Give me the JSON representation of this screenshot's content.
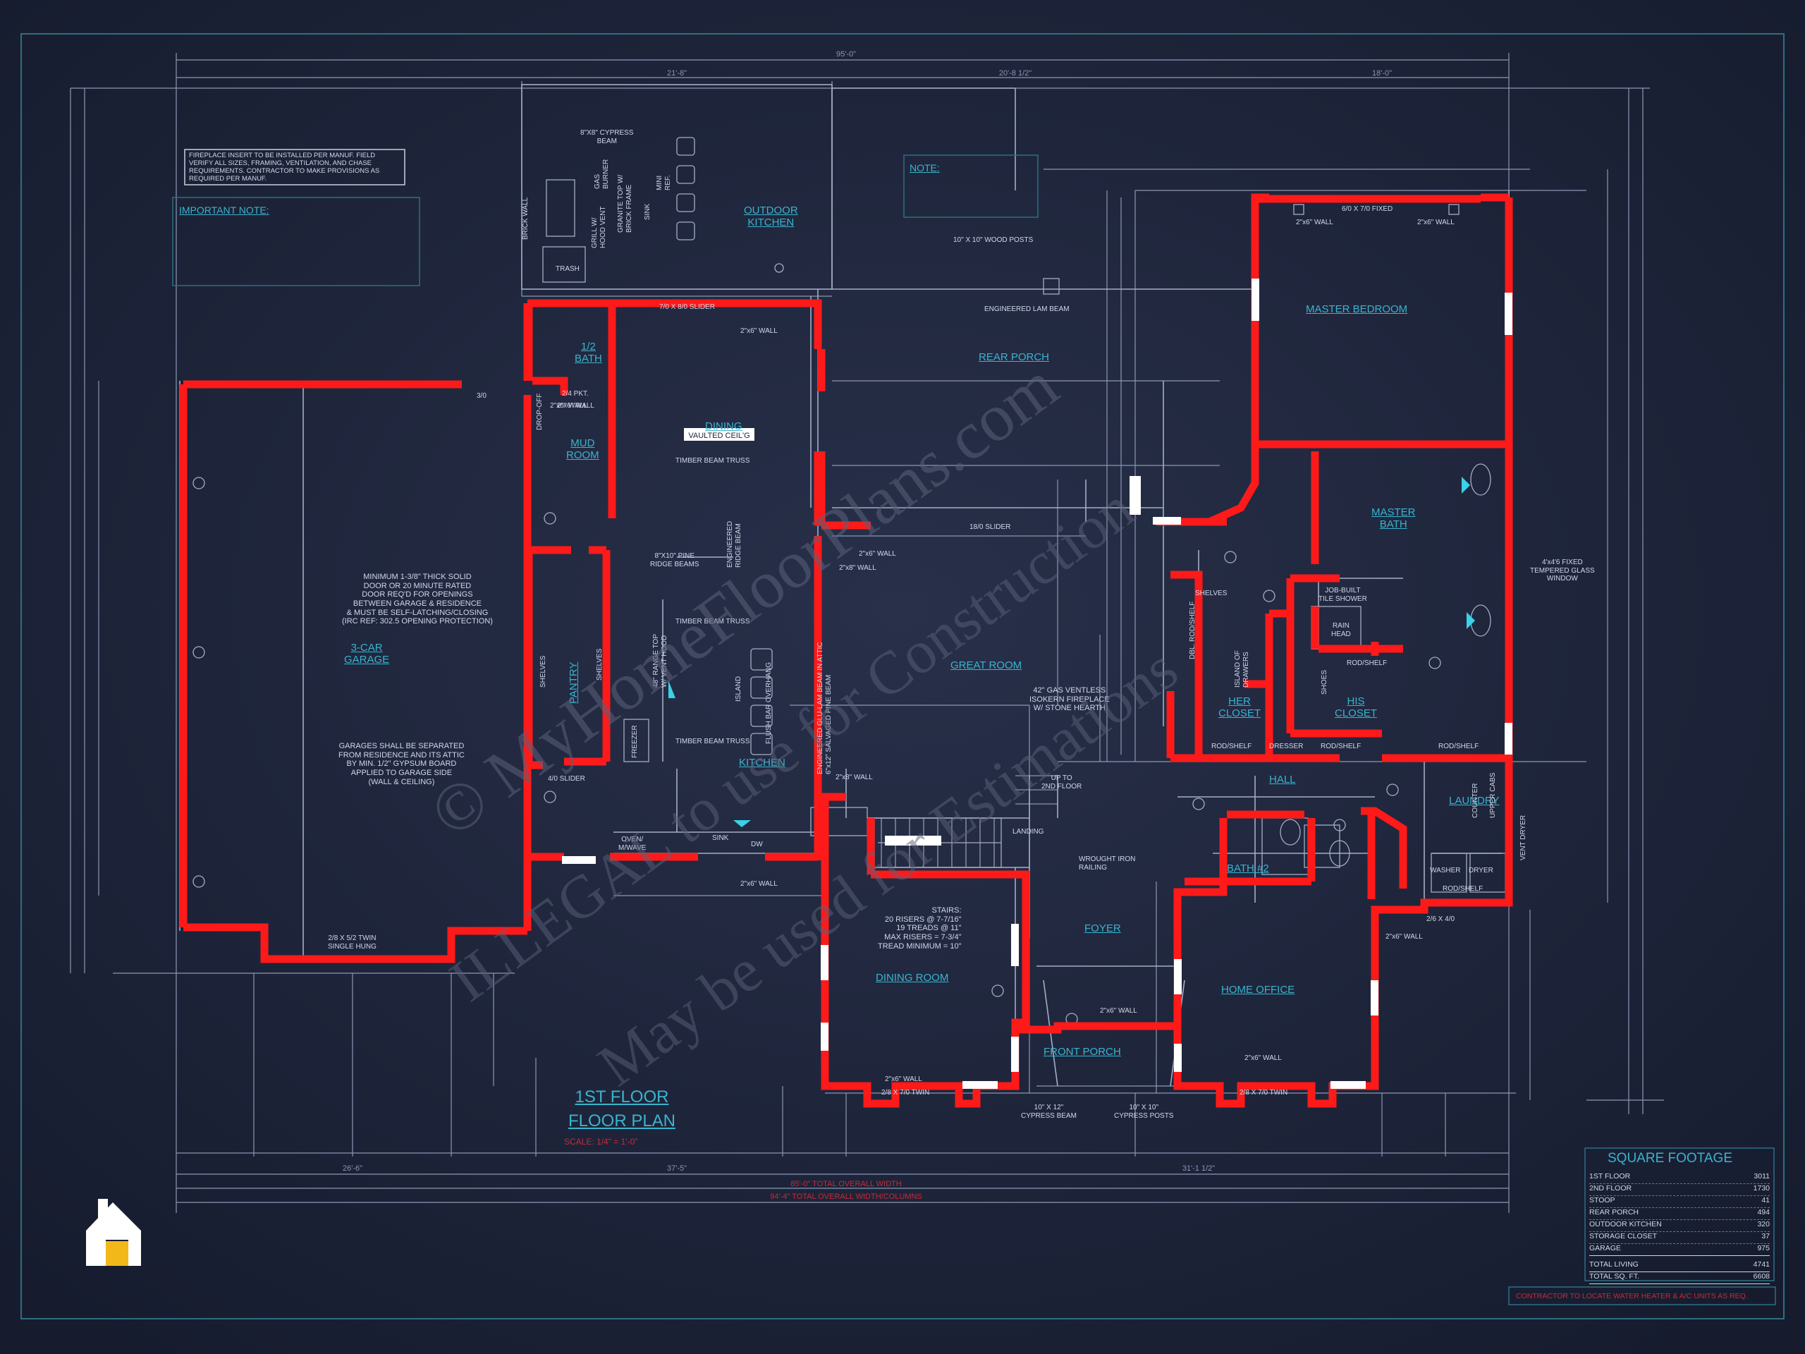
{
  "colors": {
    "background": "#1b2238",
    "line": "#8c97b4",
    "wall": "#ff1a1a",
    "room_label": "#39b4ce",
    "note": "#d2d8ea",
    "red_note": "#c62b3a",
    "watermark": "#5b6078",
    "window": "#ffffff"
  },
  "rooms": {
    "outdoor_kitchen": "OUTDOOR\nKITCHEN",
    "half_bath": "1/2\nBATH",
    "mud_room": "MUD\nROOM",
    "dining": "DINING",
    "vaulted": "VAULTED CEIL'G",
    "rear_porch": "REAR PORCH",
    "master_bedroom": "MASTER BEDROOM",
    "master_bath": "MASTER\nBATH",
    "garage": "3-CAR\nGARAGE",
    "pantry": "PANTRY",
    "kitchen": "KITCHEN",
    "great_room": "GREAT ROOM",
    "her_closet": "HER\nCLOSET",
    "his_closet": "HIS\nCLOSET",
    "hall": "HALL",
    "laundry": "LAUNDRY",
    "bath2": "BATH #2",
    "foyer": "FOYER",
    "dining_room": "DINING ROOM",
    "home_office": "HOME OFFICE",
    "front_porch": "FRONT PORCH"
  },
  "notes": {
    "fireplace": "FIREPLACE INSERT TO BE INSTALLED PER MANUF. FIELD\nVERIFY ALL SIZES, FRAMING, VENTILATION, AND CHASE\nREQUIREMENTS. CONTRACTOR TO MAKE PROVISIONS AS\nREQUIRED PER MANUF.",
    "important_title": "IMPORTANT NOTE:",
    "note_title": "NOTE:",
    "garage_door": "MINIMUM 1-3/8\" THICK SOLID\nDOOR OR 20 MINUTE RATED\nDOOR REQ'D FOR OPENINGS\nBETWEEN GARAGE & RESIDENCE\n& MUST BE SELF-LATCHING/CLOSING\n(IRC REF: 302.5 OPENING PROTECTION)",
    "garage_sep": "GARAGES SHALL BE SEPARATED\nFROM RESIDENCE AND ITS ATTIC\nBY MIN. 1/2\" GYPSUM BOARD\nAPPLIED TO GARAGE SIDE\n(WALL & CEILING)",
    "stairs": "STAIRS:\n20 RISERS @ 7-7/16\"\n19 TREADS @ 11\"\nMAX RISERS = 7-3/4\"\nTREAD MINIMUM = 10\"",
    "fireplace2": "42\" GAS VENTLESS\nISOKERN FIREPLACE\nW/ STONE HEARTH",
    "contractor": "CONTRACTOR TO LOCATE WATER HEATER & A/C UNITS AS REQ."
  },
  "labels": {
    "slider_7_8": "7/0 X 8/0 SLIDER",
    "wall_2x6": "2\"x6\" WALL",
    "wall_2x8": "2\"x8\" WALL",
    "cypress_beam": "8\"X8\" CYPRESS\nBEAM",
    "gas_burner": "GAS\nBURNER",
    "grill": "GRILL W/\nHOOD VENT",
    "granite": "GRANITE TOP W/\nBRICK FRAME",
    "sink": "SINK",
    "mini_ref": "MINI\nREF.",
    "trash": "TRASH",
    "brick_wall": "BRICK WALL",
    "wood_posts": "10\" X 10\" WOOD POSTS",
    "lam_beam": "ENGINEERED LAM BEAM",
    "fixed_6_7": "6/0 X 7/0 FIXED",
    "pkt": "2/4 PKT.",
    "dropoff": "DROP-OFF",
    "timber_truss": "TIMBER BEAM TRUSS",
    "pine_beams": "8\"X10\" PINE\nRIDGE BEAMS",
    "ridge_beam": "ENGINEERED\nRIDGE BEAM",
    "slider_18": "18/0 SLIDER",
    "glulam": "ENGINEERED GLU-LAM BEAM IN ATTIC\n6\"x12\" SALVAGED PINE BEAM",
    "range": "48\" RANGE TOP\nW/ VENT HOOD",
    "island": "ISLAND",
    "flush_bar": "FLUSH BAR OVERHANG",
    "freezer": "FREEZER",
    "shelves": "SHELVES",
    "slider_4": "4/0 SLIDER",
    "oven": "OVEN/\nM/WAVE",
    "dw": "DW",
    "up_to": "UP TO\n2ND FLOOR",
    "landing": "LANDING",
    "railing": "WROUGHT IRON\nRAILING",
    "twin_2_8": "2/8 X 7/0 TWIN",
    "twin_5_2": "2/8 X 5/2 TWIN\nSINGLE HUNG",
    "cypress_beam2": "10\" X 12\"\nCYPRESS BEAM",
    "cypress_posts": "10\" X 10\"\nCYPRESS POSTS",
    "tile_shower": "JOB-BUILT\nTILE SHOWER",
    "rain_head": "RAIN\nHEAD",
    "rod_shelf": "ROD/SHELF",
    "dresser": "DRESSER",
    "washer": "WASHER",
    "dryer": "DRYER",
    "vent_dryer": "VENT DRYER",
    "upper_cabs": "UPPER CABS",
    "counter": "COUNTER",
    "door_2_6": "2/6 X 4/0",
    "door_3_0": "3/0",
    "door_2_4": "2/4",
    "door_4_0": "4/0",
    "tempered": "4'x4'6 FIXED\nTEMPERED GLASS\nWINDOW",
    "island_drawers": "ISLAND OF\nDRAWERS",
    "shoes": "SHOES",
    "dbl_rod": "DBL. ROD/SHELF"
  },
  "title": {
    "line1": "1ST FLOOR",
    "line2": "FLOOR PLAN",
    "scale": "SCALE: 1/4\" = 1'-0\""
  },
  "square_footage": {
    "heading": "SQUARE FOOTAGE",
    "rows": [
      {
        "label": "1ST FLOOR",
        "value": "3011"
      },
      {
        "label": "2ND FLOOR",
        "value": "1730"
      },
      {
        "label": "STOOP",
        "value": "41"
      },
      {
        "label": "REAR PORCH",
        "value": "494"
      },
      {
        "label": "OUTDOOR KITCHEN",
        "value": "320"
      },
      {
        "label": "STORAGE CLOSET",
        "value": "37"
      },
      {
        "label": "GARAGE",
        "value": "975"
      }
    ],
    "totals": [
      {
        "label": "TOTAL LIVING",
        "value": "4741"
      },
      {
        "label": "TOTAL SQ. FT.",
        "value": "6608"
      }
    ]
  },
  "watermark": {
    "line1": "© MyHomeFloorPlans.com",
    "line2": "ILLEGAL to use for Construction",
    "line3": "May be used for Estimations"
  },
  "dims": {
    "overall": "95'-0\"",
    "d1": "21'-8\"",
    "d2": "20'-8 1/2\"",
    "d3": "18'-0\"",
    "bottom1": "26'-6\"",
    "bottom2": "37'-5\"",
    "bottom3": "31'-1 1/2\"",
    "total_bottom": "85'-0\" TOTAL OVERALL WIDTH",
    "total_bottom2": "94'-4\" TOTAL OVERALL WIDTH/COLUMNS"
  }
}
